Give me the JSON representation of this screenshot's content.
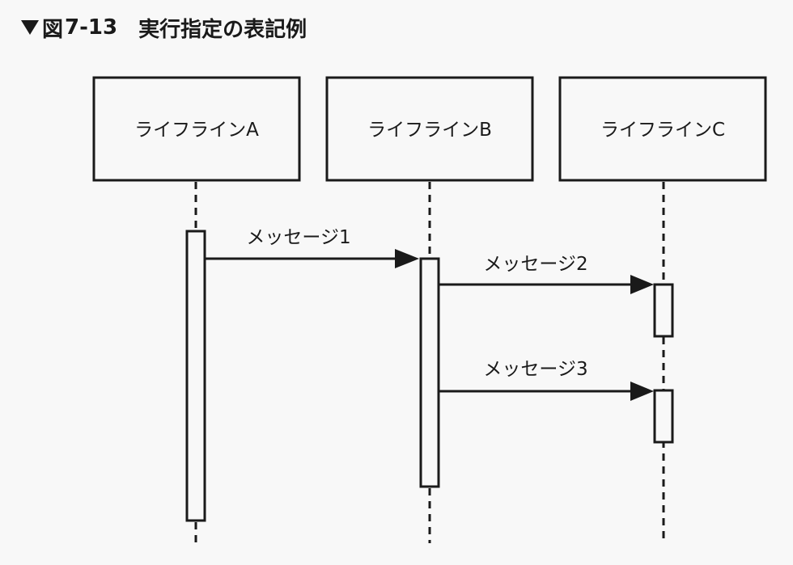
{
  "figure": {
    "figure_label": "図",
    "figure_number": "7-13",
    "caption": "実行指定の表記例"
  },
  "lifelines": [
    {
      "name": "ライフラインA"
    },
    {
      "name": "ライフラインB"
    },
    {
      "name": "ライフラインC"
    }
  ],
  "messages": [
    {
      "label": "メッセージ1",
      "from": "ライフラインA",
      "to": "ライフラインB"
    },
    {
      "label": "メッセージ2",
      "from": "ライフラインB",
      "to": "ライフラインC"
    },
    {
      "label": "メッセージ3",
      "from": "ライフラインB",
      "to": "ライフラインC"
    }
  ]
}
